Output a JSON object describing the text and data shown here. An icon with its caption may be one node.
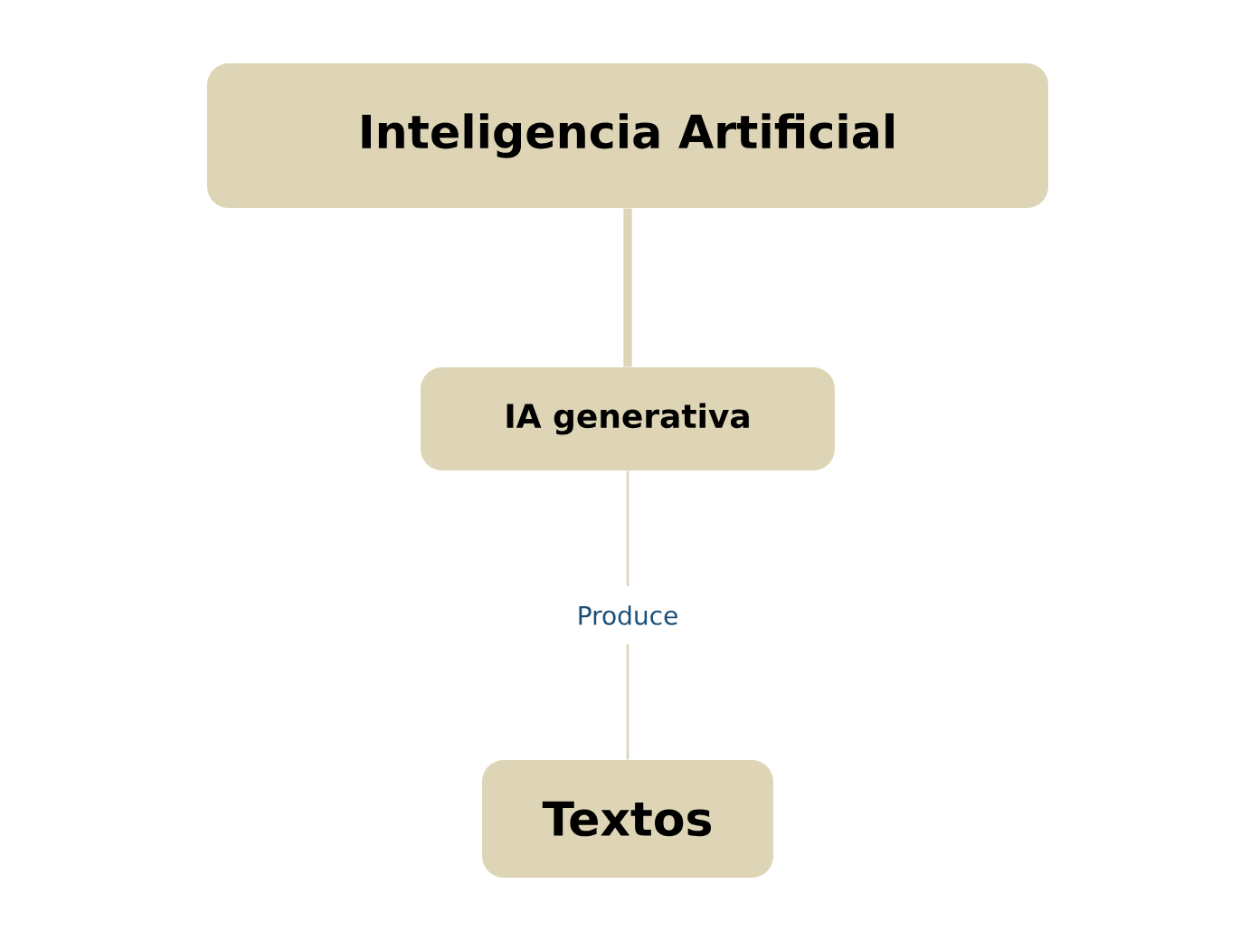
{
  "diagram": {
    "nodes": [
      {
        "text": [
          "Inteligencia Artificial"
        ]
      },
      {
        "text": [
          "IA generativa"
        ]
      },
      {
        "text": [
          "Textos"
        ]
      }
    ],
    "edges": [
      {
        "from": 0,
        "to": 1,
        "arrow": "none",
        "style": "thick"
      },
      {
        "from": 1,
        "to": 2,
        "arrow": "none",
        "label": "Produce"
      }
    ]
  }
}
